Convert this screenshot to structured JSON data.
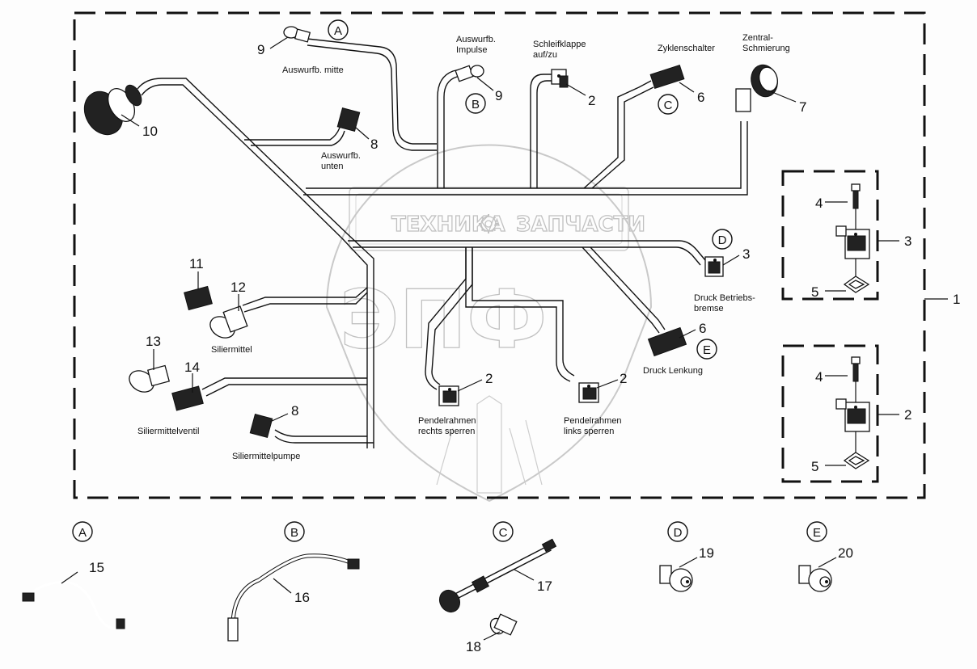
{
  "diagram": {
    "title": "Wiring harness parts diagram",
    "watermark": {
      "text_left": "ТЕХНИКА",
      "text_right": "ЗАПЧАСТИ",
      "logo_text": "ЭПФ",
      "icon": "gear-icon"
    },
    "assembly": {
      "item": "1"
    },
    "callouts": {
      "connector_9_a": {
        "number": "9",
        "label": "Auswurfb. mitte",
        "detail": "A"
      },
      "connector_9_b": {
        "number": "9",
        "label": "Auswurfb. Impulse",
        "detail": "B"
      },
      "connector_2_top": {
        "number": "2",
        "label": "Schleifklappe auf/zu"
      },
      "connector_6_top": {
        "number": "6",
        "label": "Zyklenschalter",
        "detail": "C"
      },
      "connector_7": {
        "number": "7",
        "label": "Zentral- Schmierung"
      },
      "connector_10": {
        "number": "10"
      },
      "connector_8_top": {
        "number": "8",
        "label": "Auswurfb. unten"
      },
      "connector_3": {
        "number": "3",
        "label": "Druck Betriebs- bremse",
        "detail": "D"
      },
      "connector_6_bottom": {
        "number": "6",
        "label": "Druck Lenkung",
        "detail": "E"
      },
      "connector_11": {
        "number": "11"
      },
      "connector_12": {
        "number": "12",
        "label": "Siliermittel"
      },
      "connector_13": {
        "number": "13"
      },
      "connector_14": {
        "number": "14",
        "label": "Siliermittelventil"
      },
      "connector_8_bottom": {
        "number": "8",
        "label": "Siliermittelpumpe"
      },
      "connector_2_right": {
        "number": "2",
        "label": "Pendelrahmen rechts sperren"
      },
      "connector_2_left": {
        "number": "2",
        "label": "Pendelrahmen links sperren"
      }
    },
    "kits": [
      {
        "item": "3",
        "bolt": "4",
        "gasket": "5"
      },
      {
        "item": "2",
        "bolt": "4",
        "gasket": "5"
      }
    ],
    "details": [
      {
        "letter": "A",
        "part": "15"
      },
      {
        "letter": "B",
        "part": "16"
      },
      {
        "letter": "C",
        "part": "17",
        "extra_part": "18"
      },
      {
        "letter": "D",
        "part": "19"
      },
      {
        "letter": "E",
        "part": "20"
      }
    ]
  }
}
